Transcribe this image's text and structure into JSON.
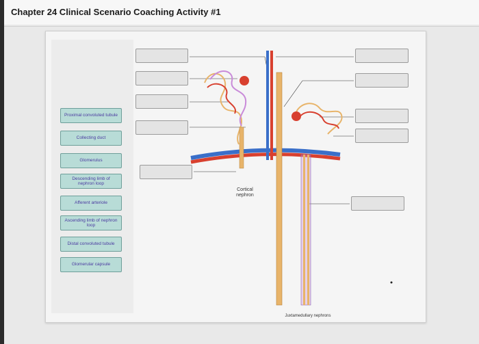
{
  "header": {
    "title": "Chapter 24 Clinical Scenario Coaching Activity #1"
  },
  "label_bank": {
    "labels": [
      "Proximal convoluted tubule",
      "Collecting duct",
      "Glomerulus",
      "Descending limb of nephron loop",
      "Afferent arteriole",
      "Ascending limb of nephron loop",
      "Distal convoluted tubule",
      "Glomerular capsule"
    ]
  },
  "diagram": {
    "cortical_label": "Cortical nephron",
    "juxtamedullary_label": "Juxtamedullary nephrons"
  },
  "colors": {
    "chip_fill": "#b8dcd7",
    "chip_text": "#4a3aa0",
    "artery": "#d8402f",
    "vein": "#3a6fc9",
    "tubule": "#e8b46a"
  }
}
